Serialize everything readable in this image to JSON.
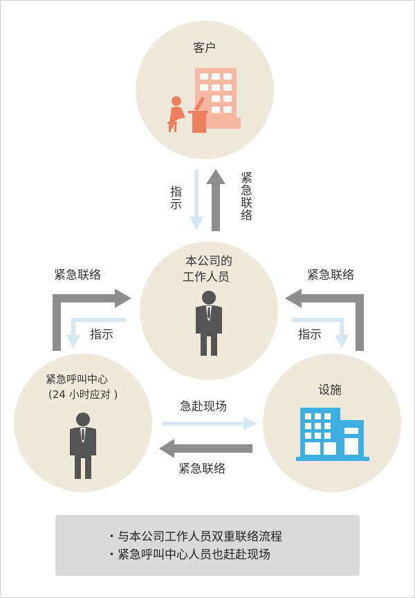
{
  "nodes": {
    "client": {
      "label": "客户"
    },
    "staff": {
      "label_line1": "本公司的",
      "label_line2": "工作人员"
    },
    "callcenter": {
      "label_line1": "紧急呼叫中心",
      "label_line2": "(24 小时应对 )"
    },
    "facility": {
      "label": "设施"
    }
  },
  "arrows": {
    "top_down_label": "指示",
    "top_up_label": "紧急联络",
    "left_top_label": "紧急联络",
    "left_bottom_label": "指示",
    "right_top_label": "紧急联络",
    "right_bottom_label": "指示",
    "bottom_right_label": "急赴现场",
    "bottom_left_label": "紧急联络"
  },
  "notes": [
    "・与本公司工作人员双重联络流程",
    "・紧急呼叫中心人员也赶赴现场"
  ],
  "colors": {
    "circle": "#efe9dc",
    "dark_arrow": "#8e8e8e",
    "light_arrow": "#d5e8f2",
    "person": "#555555",
    "client_building": "#f6b8a2",
    "client_person": "#ee7f5e",
    "facility_building": "#3eaee0",
    "note_bg": "#dadada"
  }
}
